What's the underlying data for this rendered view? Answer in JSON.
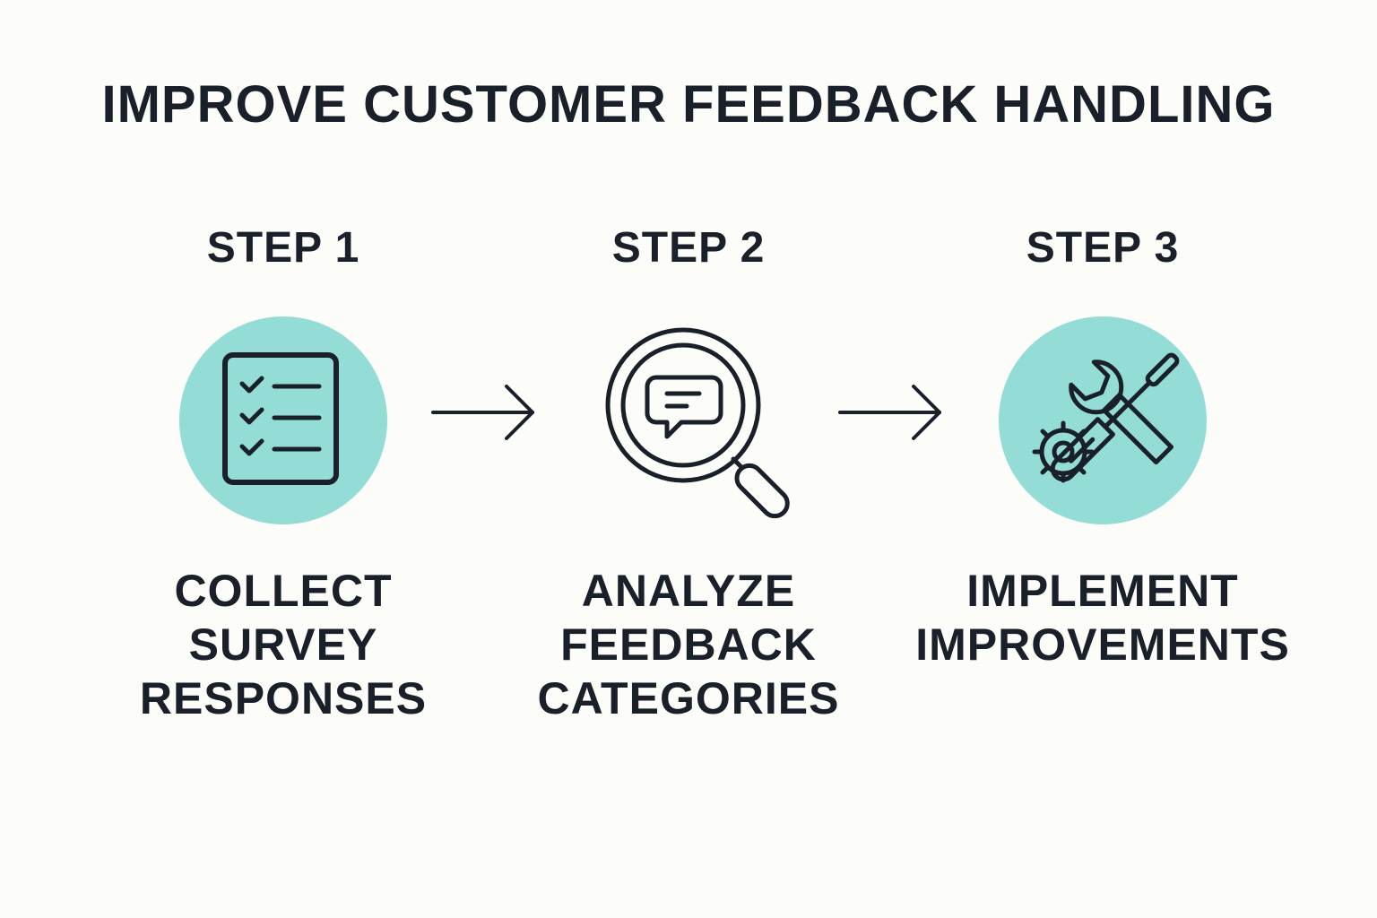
{
  "title": "IMPROVE CUSTOMER FEEDBACK HANDLING",
  "colors": {
    "background": "#fcfcf8",
    "accent_circle": "#93ddd6",
    "ink": "#1a2029"
  },
  "steps": [
    {
      "label": "STEP 1",
      "icon": "checklist-icon",
      "lines": [
        "COLLECT",
        "SURVEY",
        "RESPONSES"
      ]
    },
    {
      "label": "STEP 2",
      "icon": "magnifier-chat-icon",
      "lines": [
        "ANALYZE",
        "FEEDBACK",
        "CATEGORIES"
      ]
    },
    {
      "label": "STEP 3",
      "icon": "tools-gear-icon",
      "lines": [
        "IMPLEMENT",
        "IMPROVEMENTS"
      ]
    }
  ],
  "connectors": [
    "right-arrow-icon",
    "right-arrow-icon"
  ]
}
